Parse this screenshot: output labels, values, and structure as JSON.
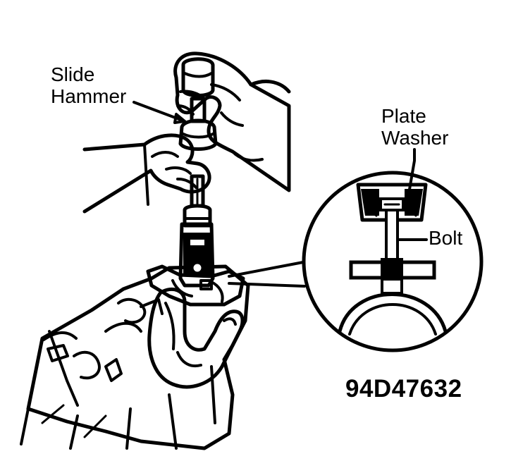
{
  "labels": {
    "slide_hammer_line1": "Slide",
    "slide_hammer_line2": "Hammer",
    "plate_washer_line1": "Plate",
    "plate_washer_line2": "Washer",
    "bolt": "Bolt"
  },
  "figure_code": "94D47632",
  "colors": {
    "ink": "#000000",
    "paper": "#ffffff"
  }
}
